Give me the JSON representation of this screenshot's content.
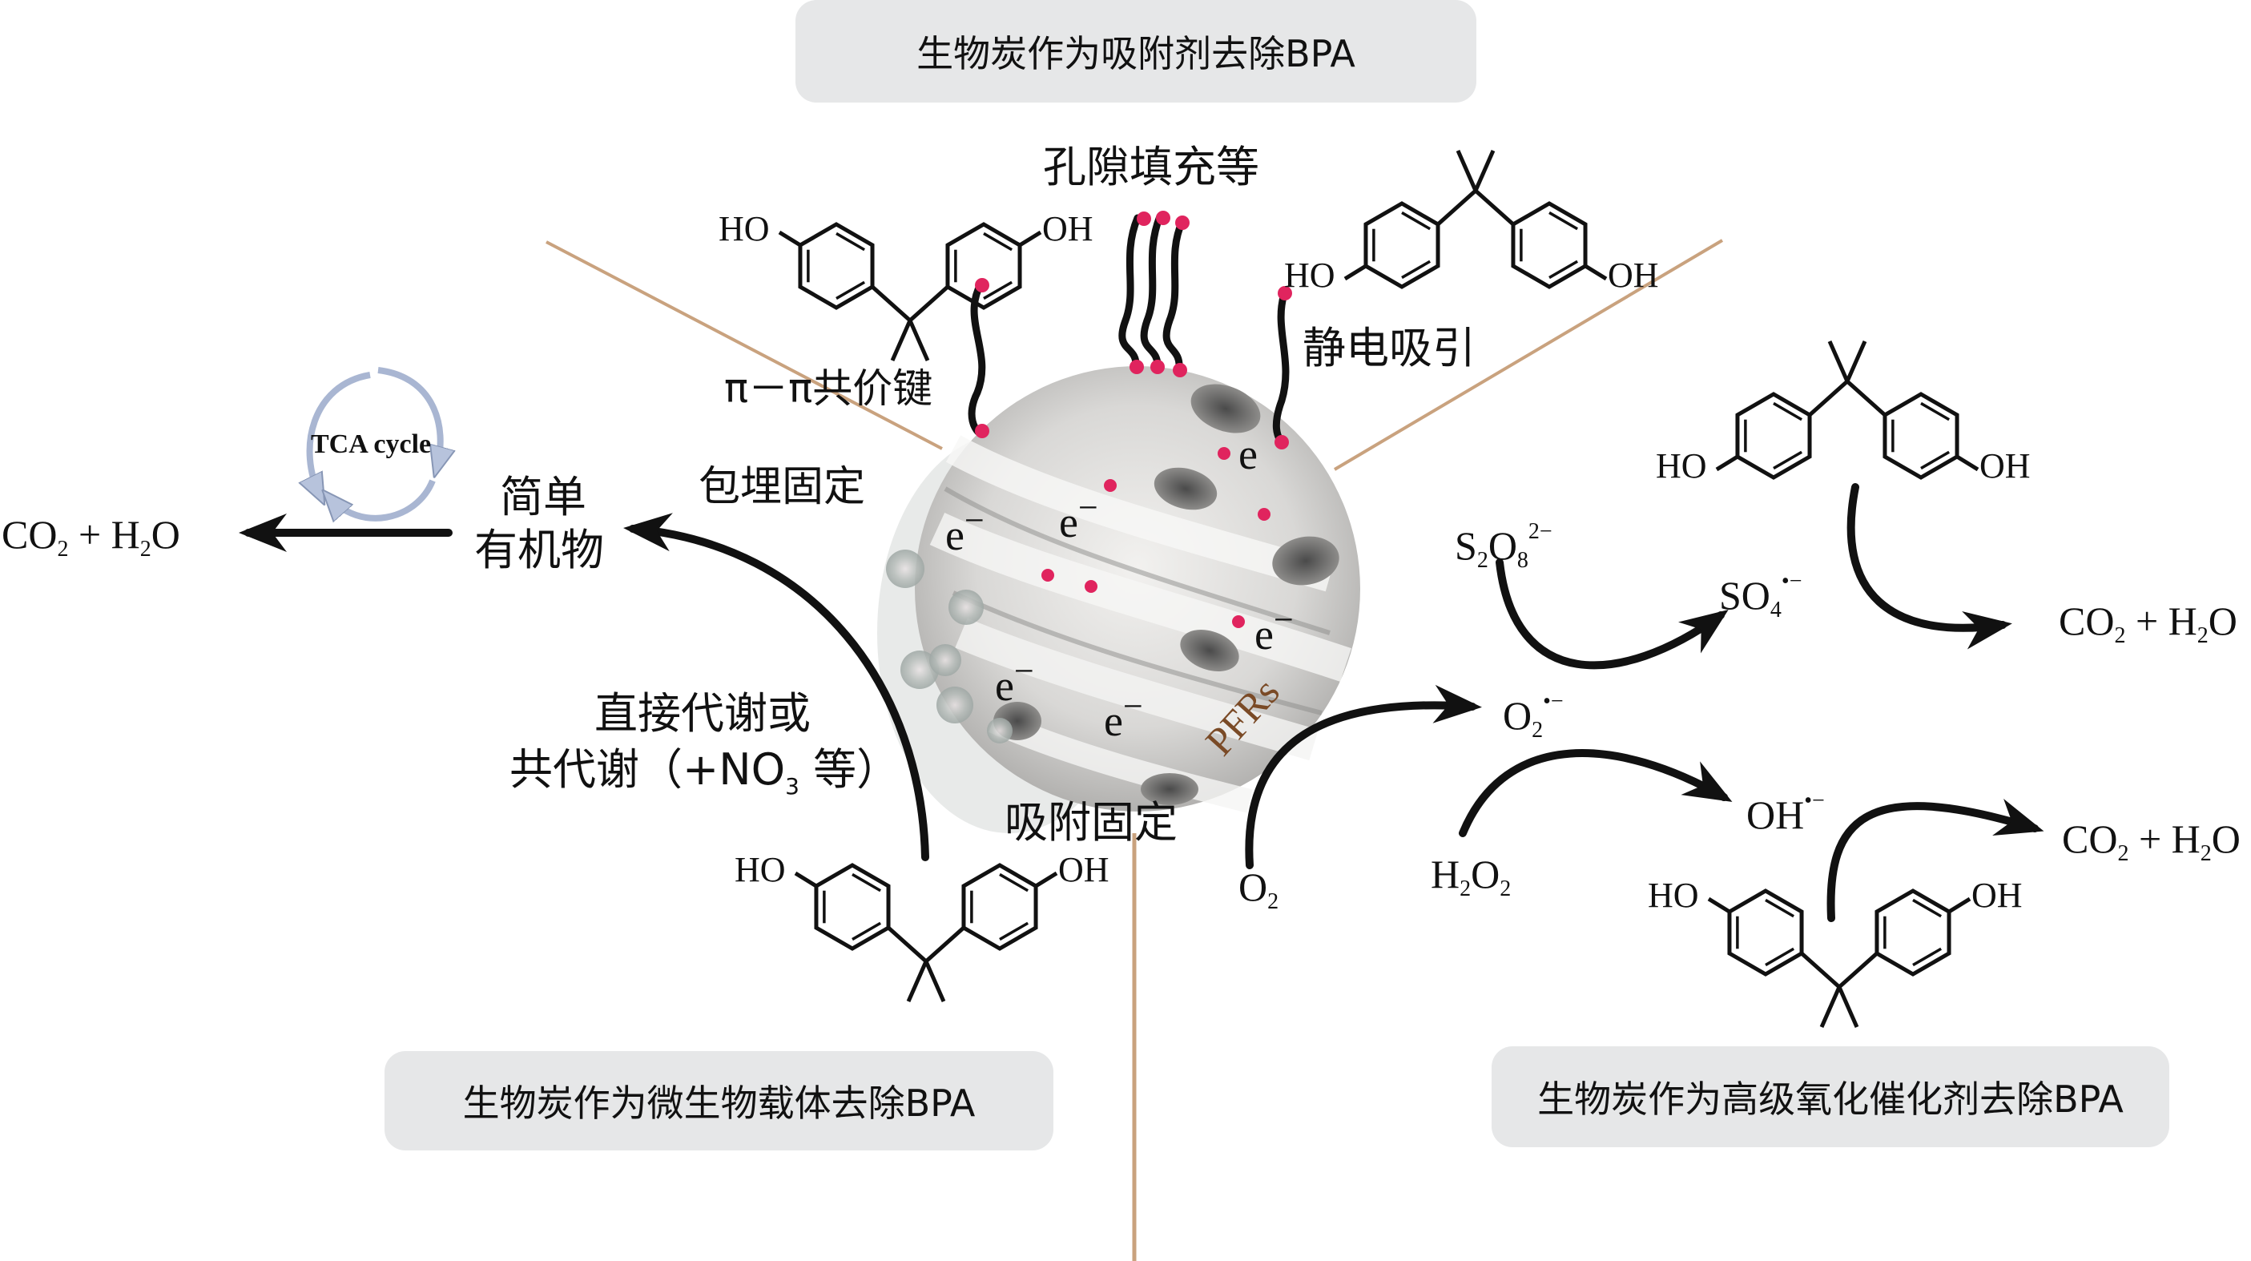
{
  "diagram": {
    "sections": {
      "adsorbent": {
        "title": "生物炭作为吸附剂去除BPA"
      },
      "microbial_carrier": {
        "title": "生物炭作为微生物载体去除BPA"
      },
      "aop_catalyst": {
        "title": "生物炭作为高级氧化催化剂去除BPA"
      }
    },
    "adsorption_mechanisms": {
      "pore_filling": "孔隙填充等",
      "pi_pi": "π－π共价键",
      "electrostatic": "静电吸引"
    },
    "microbial": {
      "embedding": "包埋固定",
      "adsorption_fix": "吸附固定",
      "metabolism_line1": "直接代谢或",
      "metabolism_line2_a": "共代谢（+NO",
      "metabolism_line2_sub": "3",
      "metabolism_line2_b": " 等）",
      "simple_organics_line1": "简单",
      "simple_organics_line2": "有机物",
      "tca_label": "TCA cycle",
      "product": {
        "a": "CO",
        "a_sub": "2",
        "plus": " + H",
        "b_sub": "2",
        "b": "O"
      }
    },
    "electron_label": {
      "e": "e",
      "charge": "−"
    },
    "pfrs_label": "PFRs",
    "aop": {
      "persulfate": {
        "base": "S",
        "s1": "2",
        "o": "O",
        "s2": "8",
        "sup": "2−"
      },
      "sulfate_radical": {
        "base": "SO",
        "sub": "4",
        "sup": "•−"
      },
      "oxygen": {
        "base": "O",
        "sub": "2"
      },
      "superoxide": {
        "base": "O",
        "sub": "2",
        "sup": "•−"
      },
      "h2o2": {
        "h": "H",
        "s1": "2",
        "o": "O",
        "s2": "2"
      },
      "hydroxyl_radical": {
        "base": "OH",
        "sup": "•−"
      },
      "product": {
        "a": "CO",
        "a_sub": "2",
        "plus": " + H",
        "b_sub": "2",
        "b": "O"
      }
    },
    "molecule": {
      "name": "BPA",
      "ho": "HO",
      "oh": "OH"
    },
    "colors": {
      "box_bg": "#e6e7e8",
      "divider": "#c9a27e",
      "adsorption_site": "#e0245e",
      "pfrs_text": "#7a4a26",
      "tca_arrow": "#9aa9c6"
    }
  }
}
